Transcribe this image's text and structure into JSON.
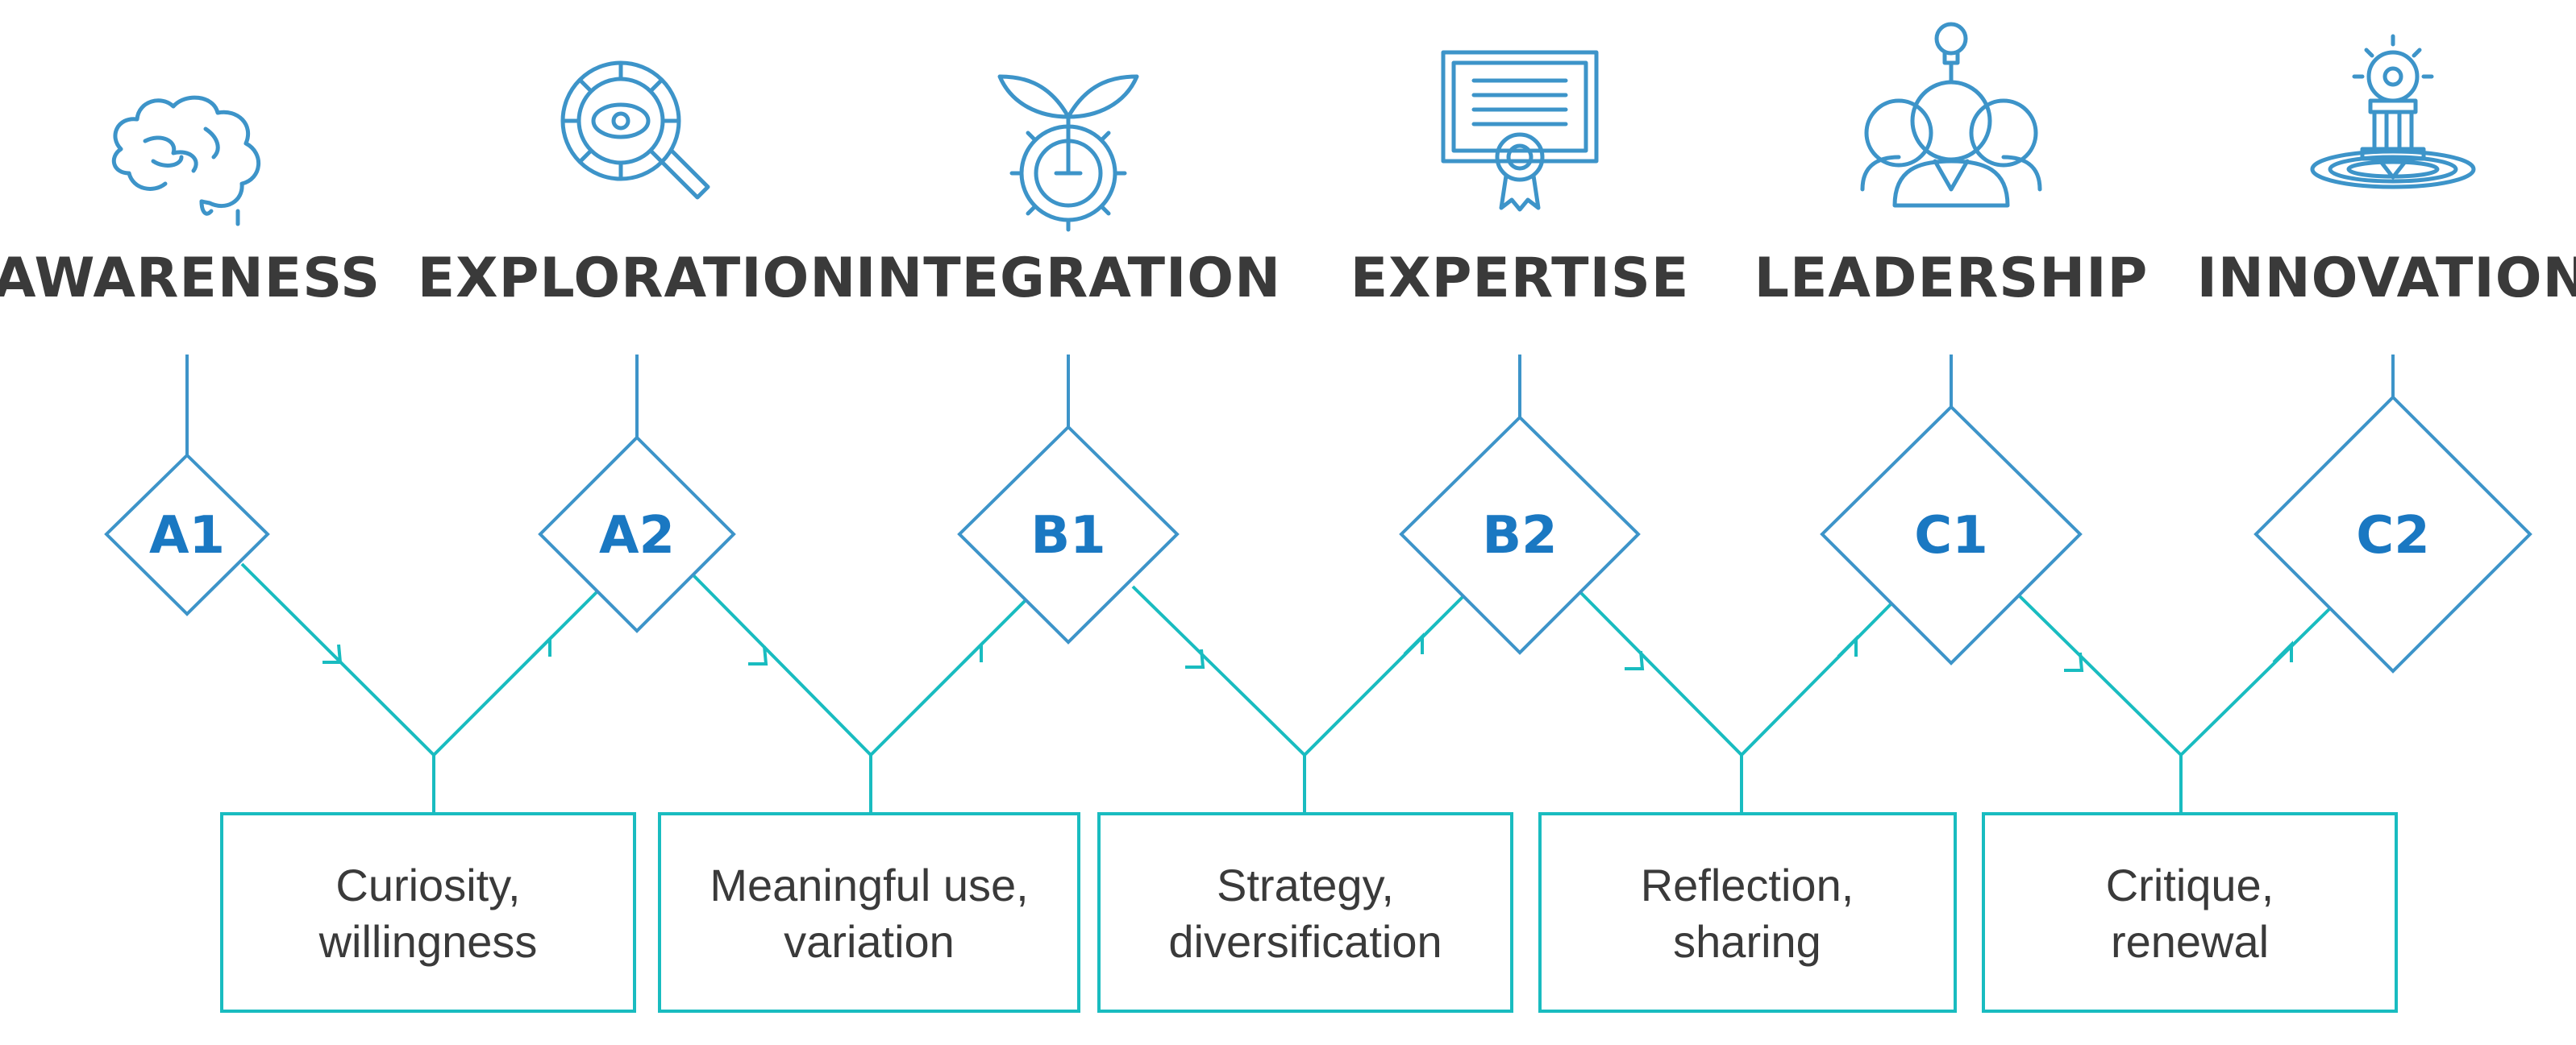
{
  "stages": [
    {
      "title": "AWARENESS",
      "level": "A1",
      "icon": "brain-icon"
    },
    {
      "title": "EXPLORATION",
      "level": "A2",
      "icon": "gear-magnifier-icon"
    },
    {
      "title": "INTEGRATION",
      "level": "B1",
      "icon": "sprout-gear-icon"
    },
    {
      "title": "EXPERTISE",
      "level": "B2",
      "icon": "certificate-icon"
    },
    {
      "title": "LEADERSHIP",
      "level": "C1",
      "icon": "group-lightbulb-icon"
    },
    {
      "title": "INNOVATION",
      "level": "C2",
      "icon": "lightbulb-pedestal-icon"
    }
  ],
  "transitions": [
    {
      "line1": "Curiosity,",
      "line2": "willingness"
    },
    {
      "line1": "Meaningful use,",
      "line2": "variation"
    },
    {
      "line1": "Strategy,",
      "line2": "diversification"
    },
    {
      "line1": "Reflection,",
      "line2": "sharing"
    },
    {
      "line1": "Critique,",
      "line2": "renewal"
    }
  ],
  "colors": {
    "title": "#3a3a3a",
    "level": "#1a78c2",
    "outline": "#3d94c9",
    "connector": "#19bcc0"
  }
}
